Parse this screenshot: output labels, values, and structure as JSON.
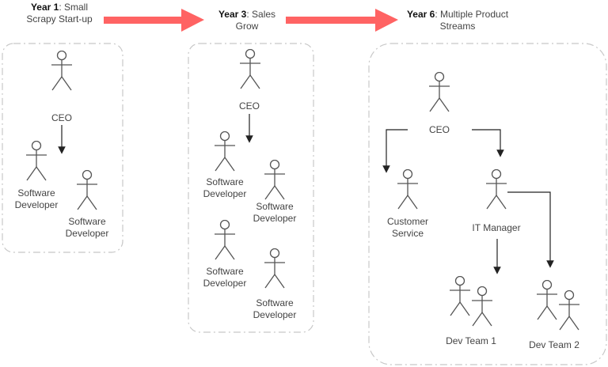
{
  "colors": {
    "arrow_accent": "#ff6363",
    "box_border": "#c8c8c8",
    "figure_stroke": "#555555",
    "connector": "#222222"
  },
  "stages": [
    {
      "title_bold": "Year 1",
      "title_rest": ": Small Scrapy Start-up",
      "roles": [
        "CEO",
        "Software Developer",
        "Software Developer"
      ]
    },
    {
      "title_bold": "Year 3",
      "title_rest": ": Sales Grow",
      "roles": [
        "CEO",
        "Software Developer",
        "Software Developer",
        "Software Developer",
        "Software Developer"
      ]
    },
    {
      "title_bold": "Year 6",
      "title_rest": ": Multiple Product Streams",
      "roles": [
        "CEO",
        "Customer Service",
        "IT Manager",
        "Dev Team 1",
        "Dev Team 2"
      ]
    }
  ],
  "icons": {
    "person": "stick-figure-icon",
    "stage_arrow": "right-arrow-icon",
    "connector": "down-arrow-icon"
  }
}
